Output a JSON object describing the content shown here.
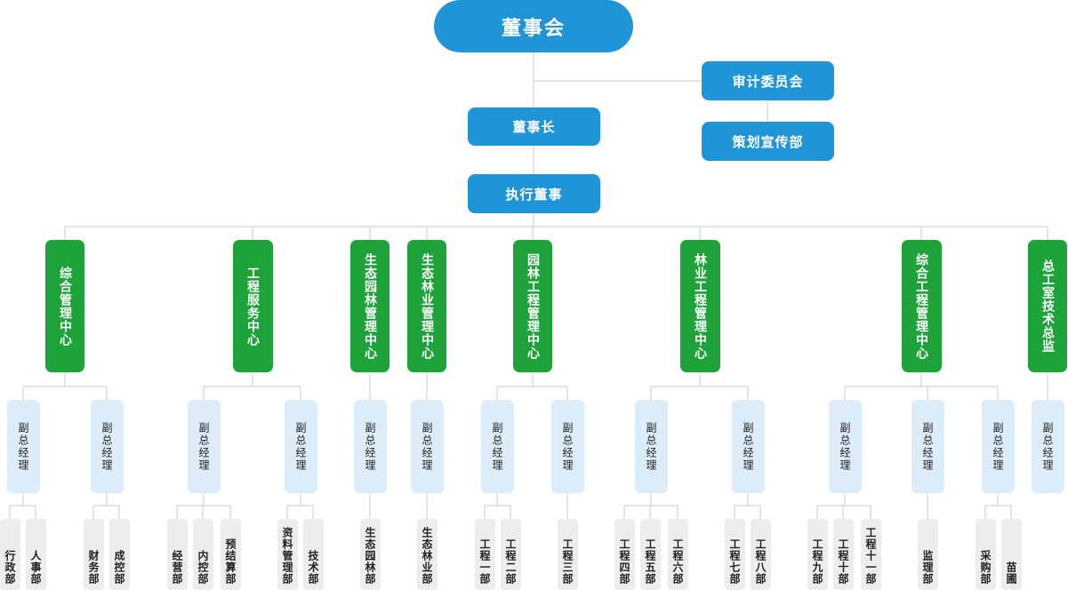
{
  "board": "董事会",
  "audit_committee": "审计委员会",
  "planning_dept": "策划宣传部",
  "chairman": "董事长",
  "executive_director": "执行董事",
  "centers": [
    {
      "name": "综合管理中心",
      "vpgms": [
        {
          "label": "副总经理",
          "depts": [
            "行政部",
            "人事部"
          ]
        },
        {
          "label": "副总经理",
          "depts": [
            "财务部",
            "成控部"
          ]
        }
      ]
    },
    {
      "name": "工程服务中心",
      "vpgms": [
        {
          "label": "副总经理",
          "depts": [
            "经营部",
            "内控部",
            "预结算部"
          ]
        },
        {
          "label": "副总经理",
          "depts": [
            "资料管理部",
            "技术部"
          ]
        }
      ]
    },
    {
      "name": "生态园林管理中心",
      "vpgms": [
        {
          "label": "副总经理",
          "depts": [
            "生态园林部"
          ]
        }
      ]
    },
    {
      "name": "生态林业管理中心",
      "vpgms": [
        {
          "label": "副总经理",
          "depts": [
            "生态林业部"
          ]
        }
      ]
    },
    {
      "name": "园林工程管理中心",
      "vpgms": [
        {
          "label": "副总经理",
          "depts": [
            "工程一部",
            "工程二部"
          ]
        },
        {
          "label": "副总经理",
          "depts": [
            "工程三部"
          ]
        }
      ]
    },
    {
      "name": "林业工程管理中心",
      "vpgms": [
        {
          "label": "副总经理",
          "depts": [
            "工程四部",
            "工程五部",
            "工程六部"
          ]
        },
        {
          "label": "副总经理",
          "depts": [
            "工程七部",
            "工程八部"
          ]
        }
      ]
    },
    {
      "name": "综合工程管理中心",
      "vpgms": [
        {
          "label": "副总经理",
          "depts": [
            "工程九部",
            "工程十部",
            "工程十一部"
          ]
        },
        {
          "label": "副总经理",
          "depts": [
            "监理部"
          ]
        },
        {
          "label": "副总经理",
          "depts": [
            "采购部",
            "苗圃"
          ]
        }
      ]
    },
    {
      "name": "总工室技术总监",
      "vpgms": [
        {
          "label": "副总经理",
          "depts": []
        }
      ]
    }
  ],
  "colors": {
    "top_box": "#1f95d8",
    "center_box": "#1ea33b",
    "vp_box": "#dcedf9",
    "dept_box": "#ededed",
    "connector": "#c8c8c8"
  }
}
